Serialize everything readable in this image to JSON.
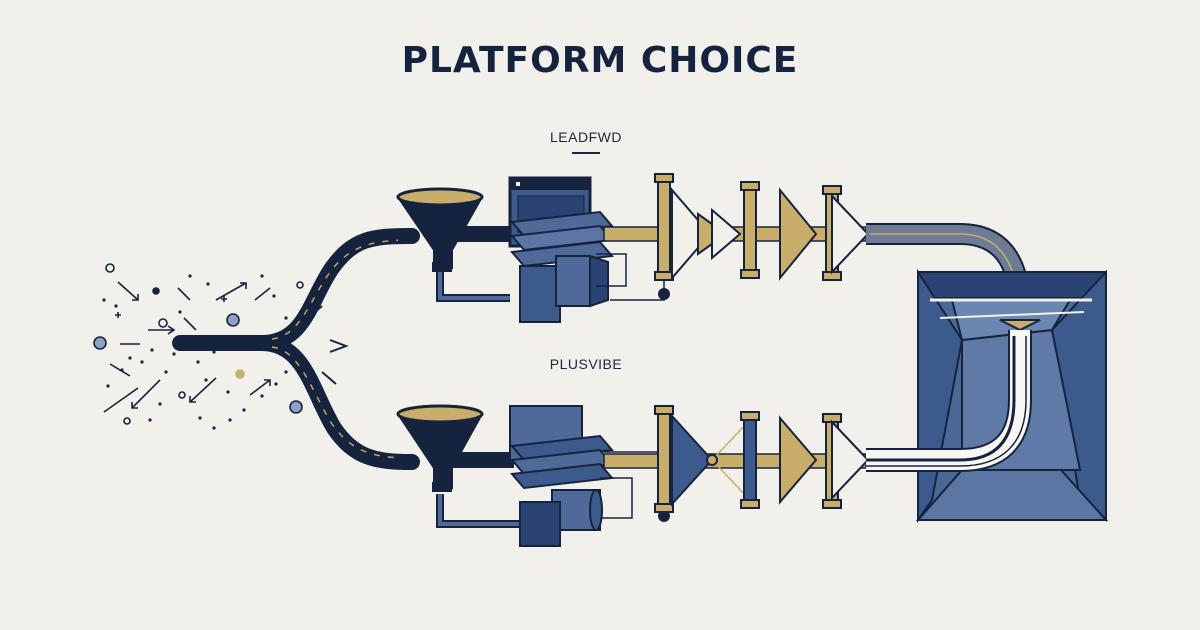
{
  "title": "PLATFORM CHOICE",
  "branches": [
    {
      "label": "LEADFWD"
    },
    {
      "label": "PLUSVIBE"
    }
  ],
  "colors": {
    "navy": "#16233f",
    "slate_blue": "#3c5a8c",
    "muted_blue": "#4f6a98",
    "gold": "#c9ad6a",
    "background": "#f2f0eb"
  },
  "icons": [
    "scatter-input-icon",
    "funnel-icon",
    "browser-window-icon",
    "layer-stack-icon",
    "cylinder-icon",
    "valve-icon",
    "container-box-icon"
  ]
}
